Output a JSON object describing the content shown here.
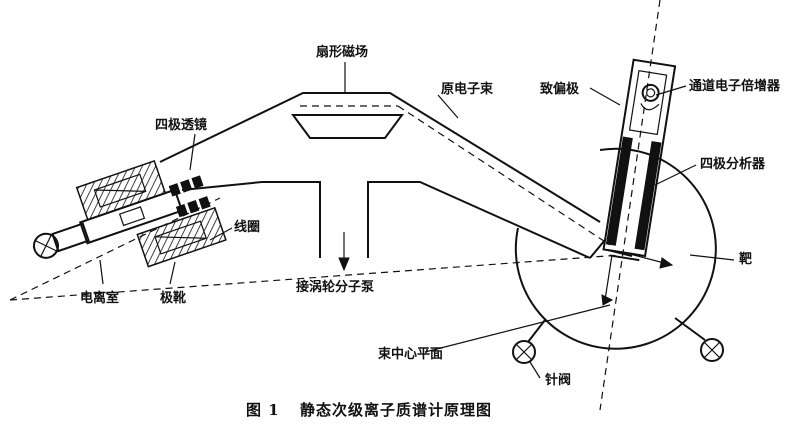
{
  "labels": {
    "sector_magnet": "扇形磁场",
    "quad_lens": "四极透镜",
    "primary_beam": "原电子束",
    "deflector": "致偏极",
    "channel_multiplier": "通道电子倍增器",
    "quad_analyzer": "四极分析器",
    "coil": "线圈",
    "target": "靶",
    "turbo_pump": "接涡轮分子泵",
    "ion_chamber": "电离室",
    "pole_shoe": "极靴",
    "beam_center_plane": "束中心平面",
    "needle_valve": "针阀"
  },
  "caption": {
    "figure_no": "图 1",
    "title": "静态次级离子质谱计原理图"
  }
}
